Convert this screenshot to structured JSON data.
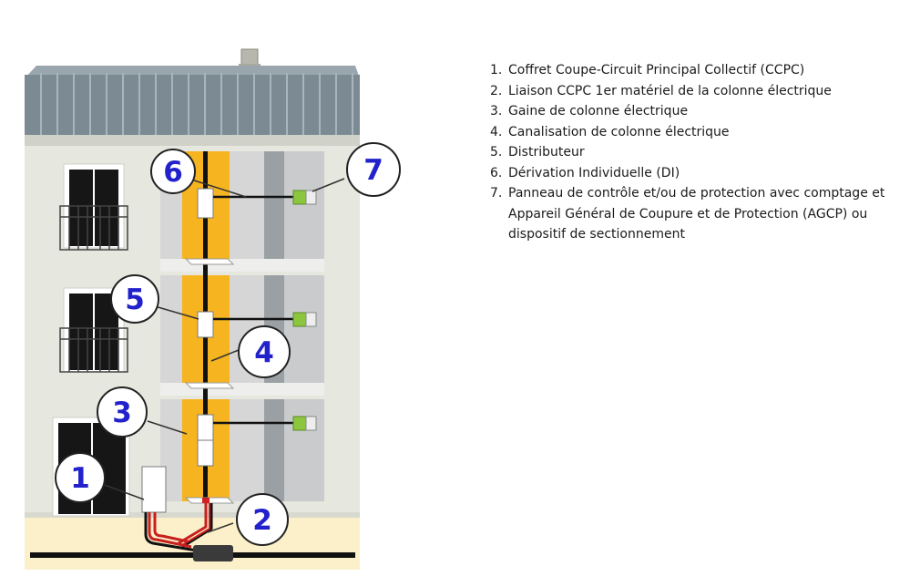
{
  "callouts": [
    {
      "num": "1",
      "label": "Coffret Coupe-Circuit Principal Collectif (CCPC)"
    },
    {
      "num": "2",
      "label": "Liaison CCPC 1er matériel de la colonne électrique"
    },
    {
      "num": "3",
      "label": "Gaine de colonne électrique"
    },
    {
      "num": "4",
      "label": "Canalisation de colonne électrique"
    },
    {
      "num": "5",
      "label": "Distributeur"
    },
    {
      "num": "6",
      "label": "Dérivation Individuelle (DI)"
    },
    {
      "num": "7",
      "label": "Panneau de contrôle et/ou de protection avec comptage et Appareil Général de Coupure et de Protection (AGCP) ou dispositif de sectionnement"
    }
  ],
  "colors": {
    "roof": "#7c8b93",
    "facade": "#e6e7de",
    "shaft": "#f6b421",
    "cable": "#c8201e",
    "meter": "#8cc63f",
    "callout_text": "#2222cc"
  }
}
